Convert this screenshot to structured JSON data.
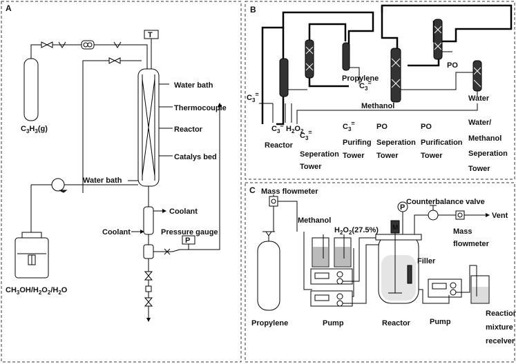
{
  "panels": {
    "A": {
      "label": "A",
      "gas": "C3H3(g)",
      "liquid": "CH3OH/H2O2/H2O",
      "t_box": "T",
      "p_box": "P",
      "water_bath_top": "Water bath",
      "thermocouple": "Thermocouple",
      "reactor": "Reactor",
      "catalyst_bed": "Catalys bed",
      "water_bath_bottom": "Water bath",
      "coolant_right": "Coolant",
      "coolant_left": "Coolant",
      "pressure_gauge": "Pressure gauge"
    },
    "B": {
      "label": "B",
      "c3_left": "C3=",
      "c3_recycle": "C3=",
      "propylene": "Propylene",
      "po": "PO",
      "water": "Water",
      "methanol": "Methanol",
      "c3_feed": "C3=",
      "h2o2_feed": "H2O2",
      "towers": [
        {
          "line1": "Reactor",
          "line2": "",
          "line3": ""
        },
        {
          "line1": "C3=",
          "line2": "Seperation",
          "line3": "Tower"
        },
        {
          "line1": "C3=",
          "line2": "Purifing",
          "line3": "Tower"
        },
        {
          "line1": "PO",
          "line2": "Seperation",
          "line3": "Tower"
        },
        {
          "line1": "PO",
          "line2": "Purification",
          "line3": "Tower"
        },
        {
          "line1": "Water/",
          "line2": "Methanol",
          "line3": "Seperation",
          "line4": "Tower"
        }
      ]
    },
    "C": {
      "label": "C",
      "mass_flowmeter_top": "Mass flowmeter",
      "methanol": "Methanol",
      "h2o2": "H2O2(27.5%)",
      "p_gauge": "P",
      "m_motor": "M",
      "counterbalance": "Counterbalance valve",
      "vent": "Vent",
      "mass_flowmeter_right_1": "Mass",
      "mass_flowmeter_right_2": "flowmeter",
      "filler": "Filler",
      "propylene": "Propylene",
      "pump_left": "Pump",
      "reactor": "Reactor",
      "pump_right": "Pump",
      "receiver_1": "Reaction",
      "receiver_2": "mixture",
      "receiver_3": "recelver"
    }
  }
}
